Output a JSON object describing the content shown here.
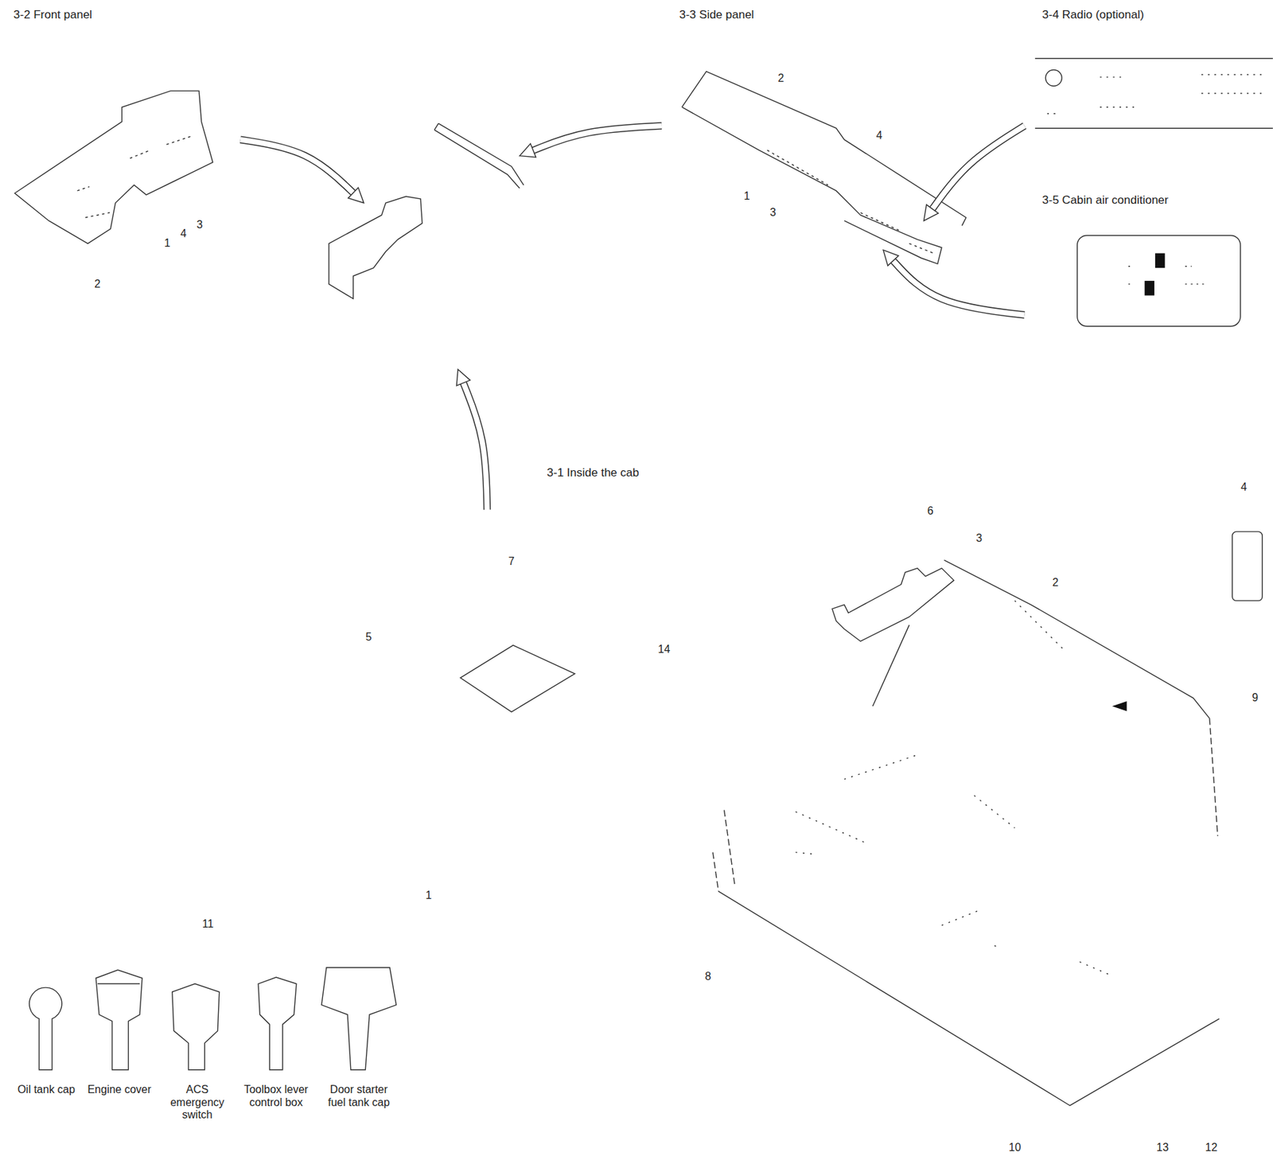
{
  "diagram": {
    "labels": [
      "3-2 Front panel",
      "3-3 Side panel",
      "3-4 Radio (optional)",
      "1",
      "4",
      "3",
      "2",
      "2",
      "4",
      "1",
      "3",
      "3-5 Cabin air conditioner",
      "3-1 Inside the cab",
      "4",
      "6",
      "3",
      "7",
      "2",
      "5",
      "14",
      "9",
      "1",
      "11",
      "8",
      "10",
      "13",
      "12",
      "Oil tank cap",
      "Engine cover",
      "ACS emergency switch",
      "Toolbox lever control box",
      "Door starter fuel tank cap"
    ]
  }
}
